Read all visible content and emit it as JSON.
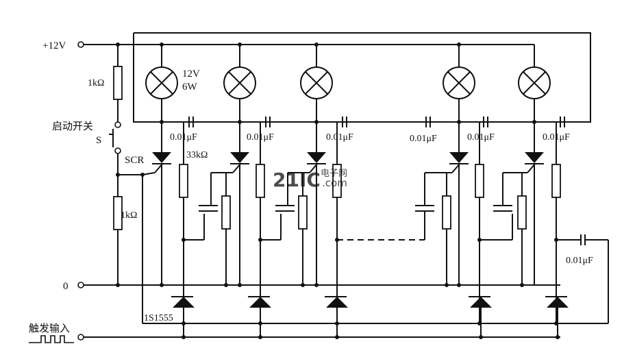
{
  "labels": {
    "vplus": "+12V",
    "zero": "0",
    "r_top": "1kΩ",
    "r_bottom": "1kΩ",
    "switch_label": "启动开关",
    "switch_s": "S",
    "scr": "SCR",
    "lamp_rating_v": "12V",
    "lamp_rating_w": "6W",
    "r_gate": "33kΩ",
    "cap1": "0.01μF",
    "cap2": "0.01μF",
    "cap3": "0.01μF",
    "cap4": "0.01μF",
    "cap5": "0.01μF",
    "cap6": "0.01μF",
    "cap_right": "0.01μF",
    "diode": "1S1555",
    "trigger_input": "触发输入"
  },
  "watermark": {
    "brand": "21IC",
    "cn": "电子网",
    "domain": ".com",
    "colors": {
      "red": "#e8505b",
      "blue": "#4a6cc4"
    }
  },
  "colors": {
    "line": "#111111",
    "background": "#ffffff"
  }
}
